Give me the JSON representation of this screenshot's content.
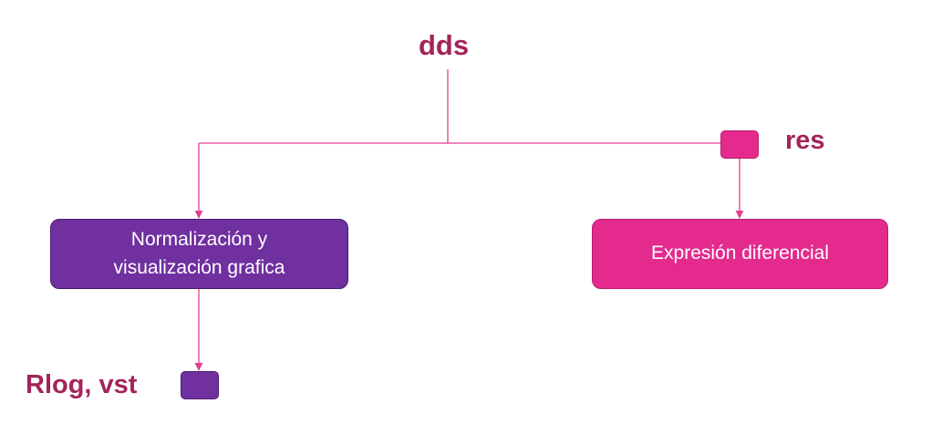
{
  "nodes": {
    "dds": {
      "label": "dds"
    },
    "res": {
      "label": "res"
    },
    "rlog_vst": {
      "label": "Rlog, vst"
    },
    "normalization": {
      "line1": "Normalización y",
      "line2": "visualización grafica"
    },
    "differential": {
      "label": "Expresión diferencial"
    }
  },
  "colors": {
    "label_text": "#a3245b",
    "connector": "#e23f94",
    "purple_fill": "#7030a0",
    "pink_fill": "#e42b8d"
  }
}
